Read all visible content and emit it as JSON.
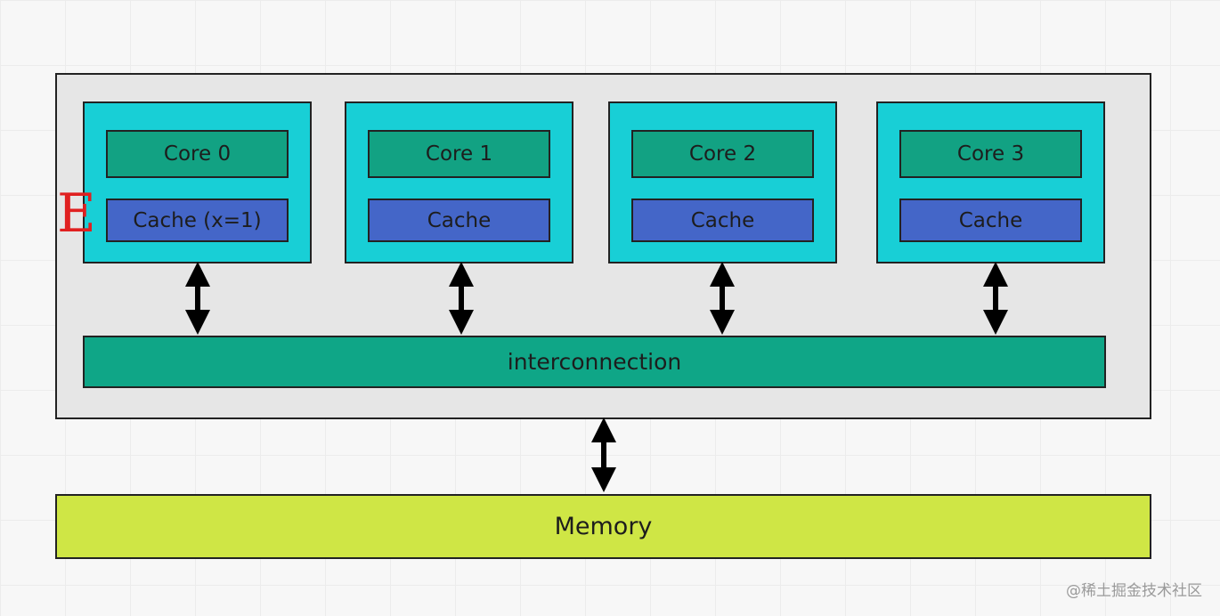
{
  "diagram": {
    "cores": [
      {
        "core_label": "Core 0",
        "cache_label": "Cache (x=1)"
      },
      {
        "core_label": "Core 1",
        "cache_label": "Cache"
      },
      {
        "core_label": "Core 2",
        "cache_label": "Cache"
      },
      {
        "core_label": "Core 3",
        "cache_label": "Cache"
      }
    ],
    "state_marker": "E",
    "interconnect_label": "interconnection",
    "memory_label": "Memory"
  },
  "watermark": "@稀土掘金技术社区",
  "colors": {
    "chip_bg": "#e6e6e6",
    "core_group_bg": "#18cfd6",
    "core_bg": "#12a283",
    "cache_bg": "#4466c8",
    "interconnect_bg": "#0fa687",
    "memory_bg": "#cfe645",
    "marker": "#e02020"
  }
}
